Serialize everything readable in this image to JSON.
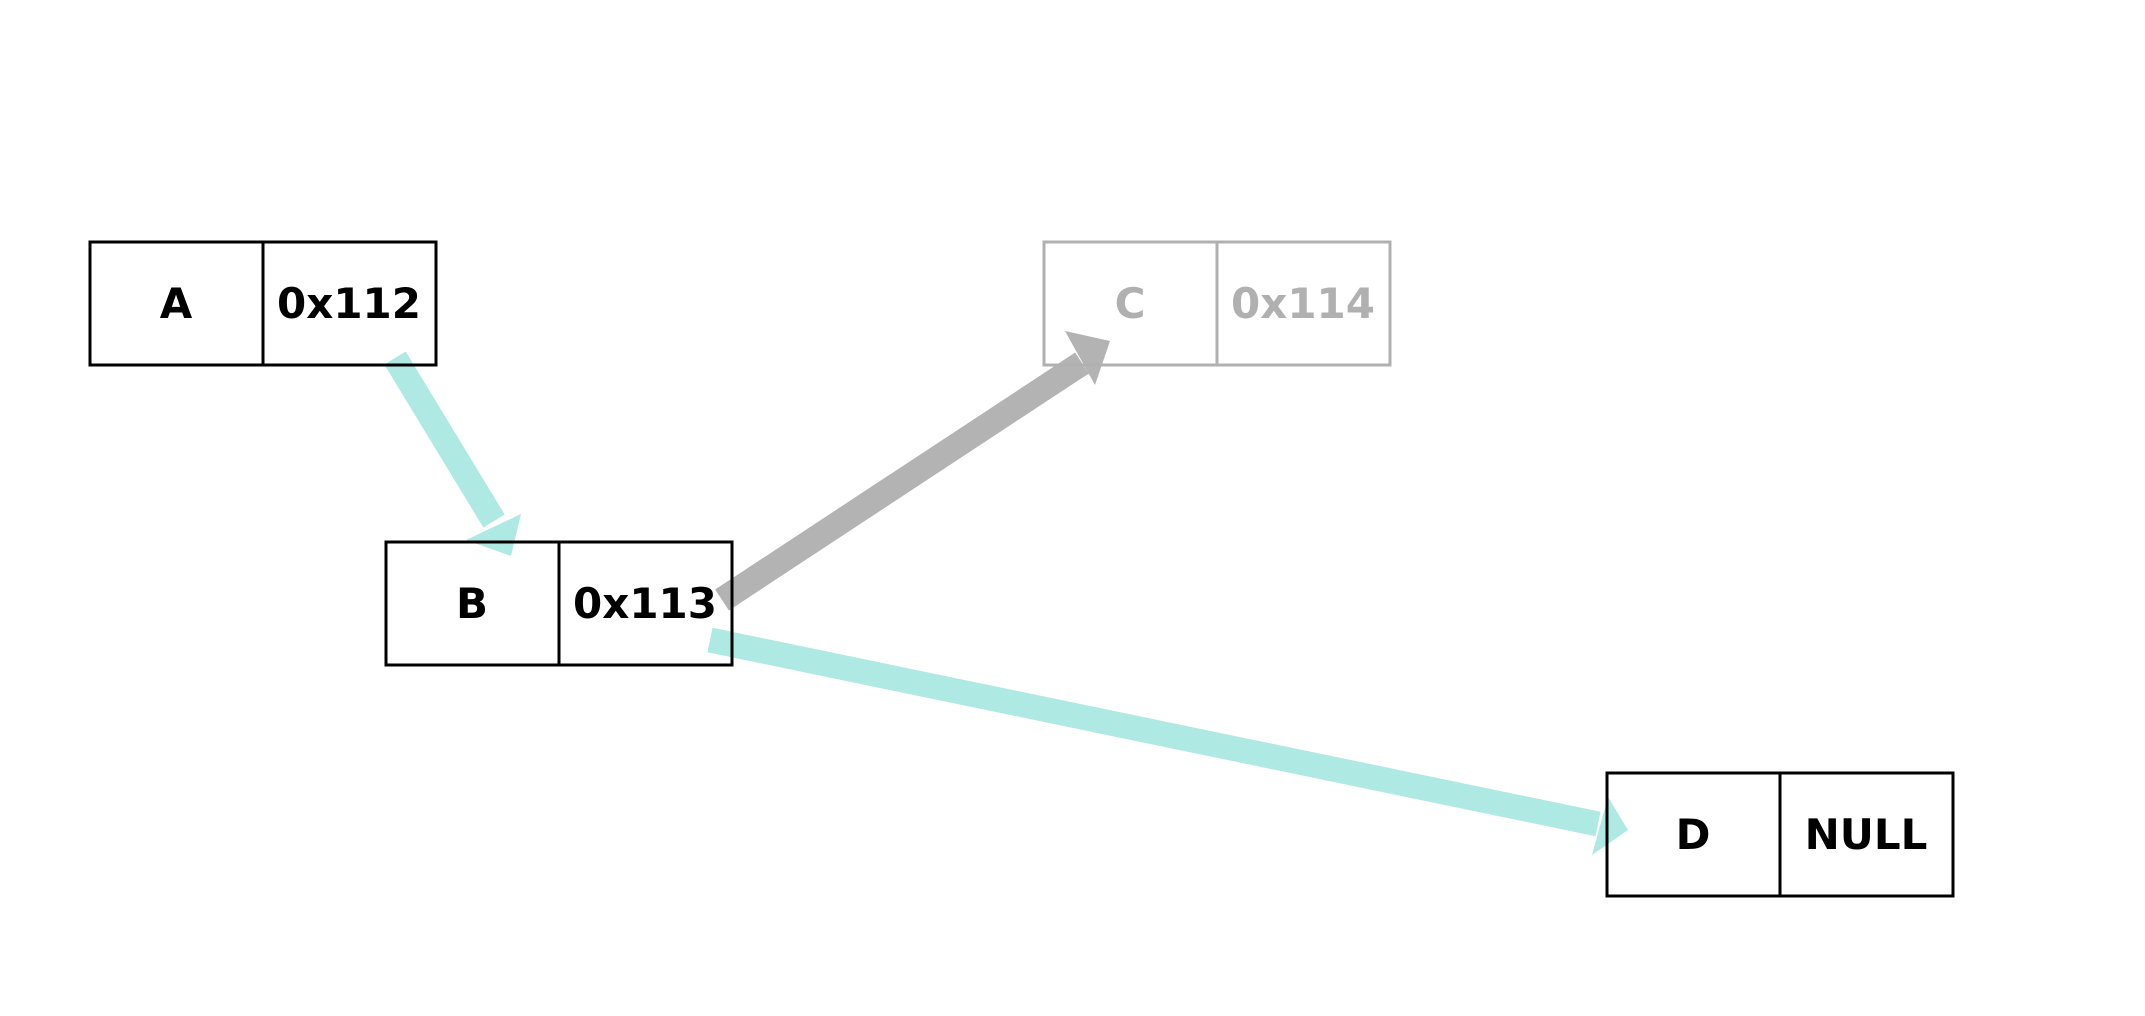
{
  "nodes": [
    {
      "id": "a",
      "value": "A",
      "next": "0x112",
      "state": "active"
    },
    {
      "id": "b",
      "value": "B",
      "next": "0x113",
      "state": "active"
    },
    {
      "id": "c",
      "value": "C",
      "next": "0x114",
      "state": "removed"
    },
    {
      "id": "d",
      "value": "D",
      "next": "NULL",
      "state": "active"
    }
  ],
  "links": [
    {
      "from": "a",
      "to": "b",
      "state": "active"
    },
    {
      "from": "b",
      "to": "c",
      "state": "removed"
    },
    {
      "from": "b",
      "to": "d",
      "state": "active"
    }
  ],
  "colors": {
    "active_border": "#000000",
    "active_text": "#000000",
    "removed_border": "#b0b0b0",
    "removed_text": "#b0b0b0",
    "active_arrow": "#aee9e4",
    "removed_arrow": "#b3b3b3"
  }
}
